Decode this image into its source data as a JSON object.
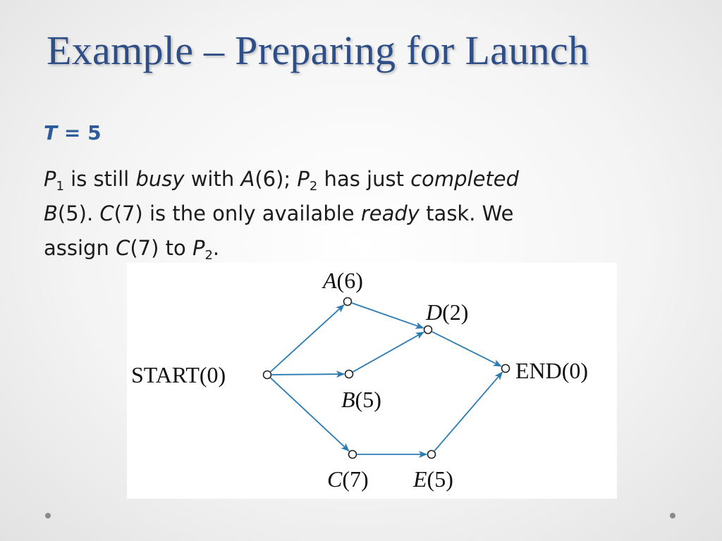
{
  "slide": {
    "title": "Example – Preparing for Launch",
    "time_label": {
      "var": "T",
      "value": "= 5"
    },
    "body": {
      "line1": {
        "p1_var": "P",
        "p1_sub": "1",
        "t1": " is still ",
        "busy": "busy",
        "t2": " with ",
        "a_task": "A",
        "t3": "(6); ",
        "p2_var": "P",
        "p2_sub": "2",
        "t4": " has just ",
        "completed": "completed"
      },
      "line2": {
        "b_task": "B",
        "t1": "(5). ",
        "c_task": "C",
        "t2": "(7) is the only available ",
        "ready": "ready",
        "t3": " task.  We"
      },
      "line3": {
        "t1": "assign ",
        "c_task": "C",
        "t2": "(7) to ",
        "p2_var": "P",
        "p2_sub": "2",
        "t3": "."
      }
    }
  },
  "diagram": {
    "edge_color": "#2b7bb3",
    "nodes": [
      {
        "id": "start",
        "name": "START",
        "dur": "(0)",
        "italic": false
      },
      {
        "id": "a",
        "name": "A",
        "dur": "(6)",
        "italic": true
      },
      {
        "id": "b",
        "name": "B",
        "dur": "(5)",
        "italic": true
      },
      {
        "id": "c",
        "name": "C",
        "dur": "(7)",
        "italic": true
      },
      {
        "id": "d",
        "name": "D",
        "dur": "(2)",
        "italic": true
      },
      {
        "id": "e",
        "name": "E",
        "dur": "(5)",
        "italic": true
      },
      {
        "id": "end",
        "name": "END",
        "dur": "(0)",
        "italic": false
      }
    ],
    "edges": [
      {
        "from": "start",
        "to": "a"
      },
      {
        "from": "start",
        "to": "b"
      },
      {
        "from": "start",
        "to": "c"
      },
      {
        "from": "a",
        "to": "d"
      },
      {
        "from": "b",
        "to": "d"
      },
      {
        "from": "c",
        "to": "e"
      },
      {
        "from": "d",
        "to": "end"
      },
      {
        "from": "e",
        "to": "end"
      }
    ]
  }
}
